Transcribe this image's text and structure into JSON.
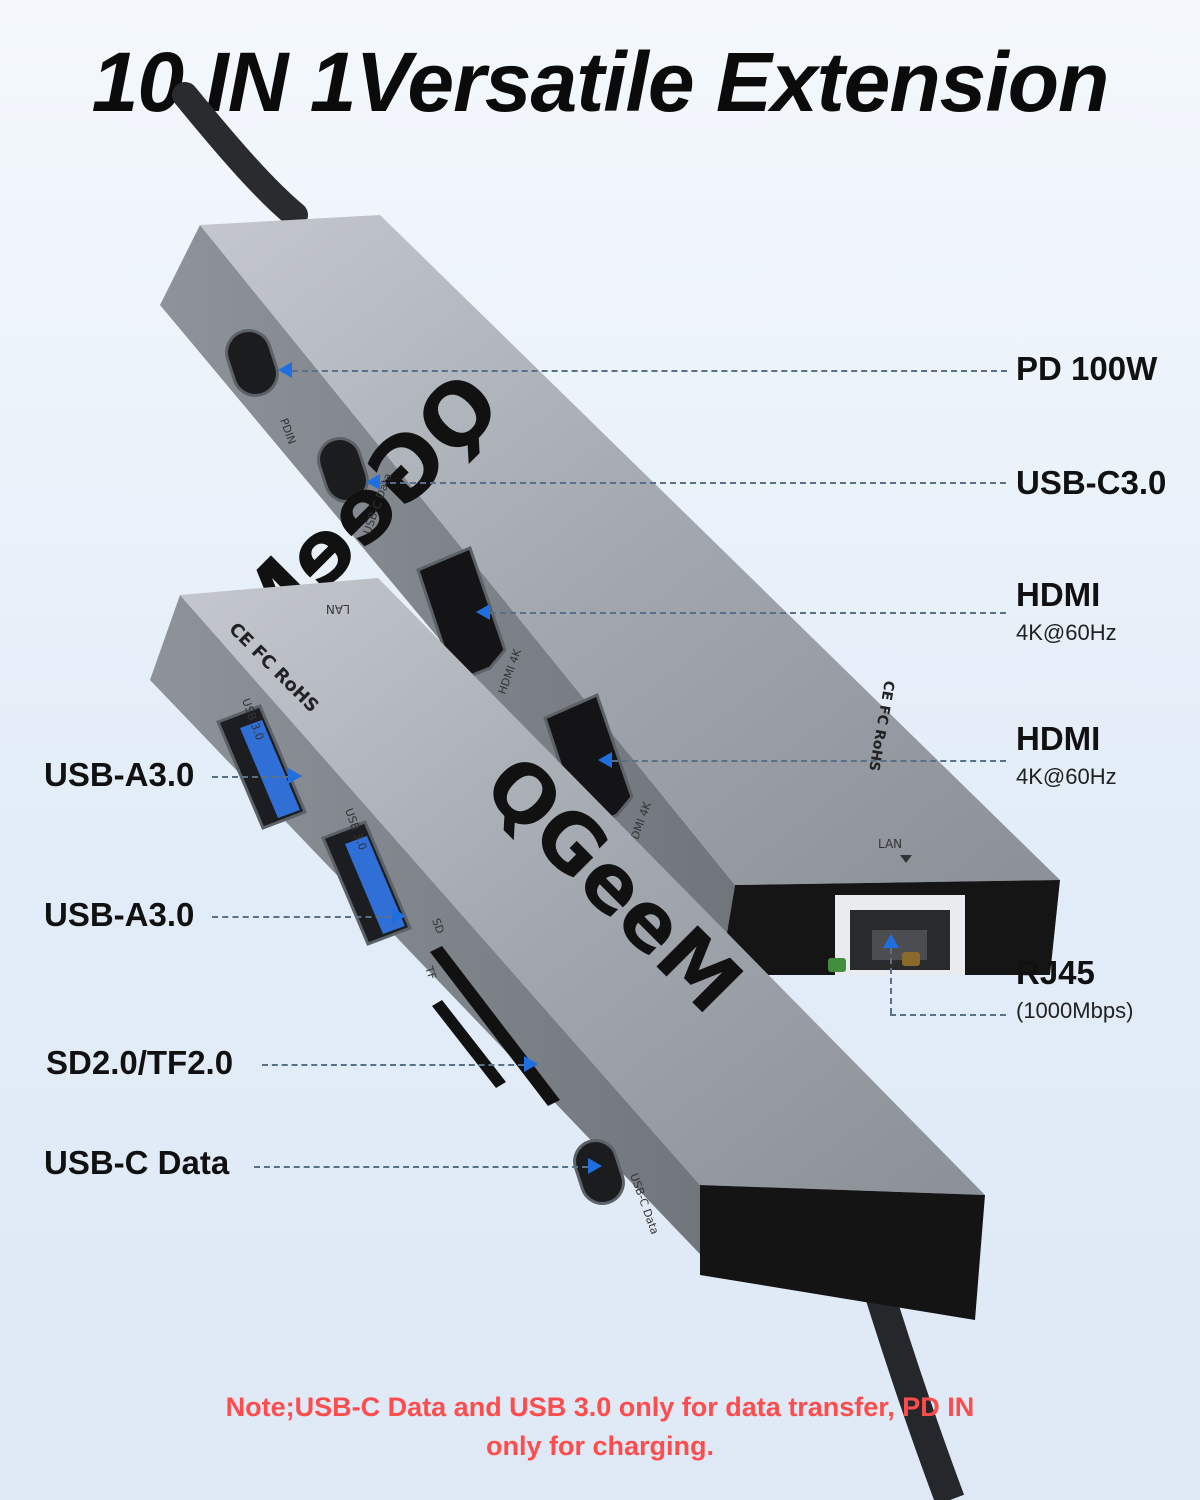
{
  "headline": "10 IN 1Versatile Extension",
  "device": {
    "brand": "QGeeM",
    "port_markings": {
      "pd_in": "PDIN",
      "usb_c_data": "USB-C Data",
      "hdmi_1": "HDMI 4K",
      "hdmi_2": "HDMI 4K",
      "lan": "LAN",
      "usb_a_1": "USB 3.0",
      "usb_a_2": "USB 3.0",
      "sd": "SD",
      "tf": "TF",
      "certification": "CE FC RoHS"
    }
  },
  "callouts": {
    "pd": {
      "label": "PD 100W"
    },
    "usbc3": {
      "label": "USB-C3.0"
    },
    "hdmi1": {
      "label": "HDMI",
      "sub": "4K@60Hz"
    },
    "hdmi2": {
      "label": "HDMI",
      "sub": "4K@60Hz"
    },
    "rj45": {
      "label": "RJ45",
      "sub": "(1000Mbps)"
    },
    "usba1": {
      "label": "USB-A3.0"
    },
    "usba2": {
      "label": "USB-A3.0"
    },
    "sdtf": {
      "label": "SD2.0/TF2.0"
    },
    "usbcdata": {
      "label": "USB-C Data"
    }
  },
  "note": {
    "line1": "Note;USB-C Data and USB 3.0 only for data transfer, PD IN",
    "line2": "only for charging."
  },
  "colors": {
    "arrow": "#1f6fe0",
    "note": "#ff4d4d",
    "hub_body": "#9da3ab"
  }
}
